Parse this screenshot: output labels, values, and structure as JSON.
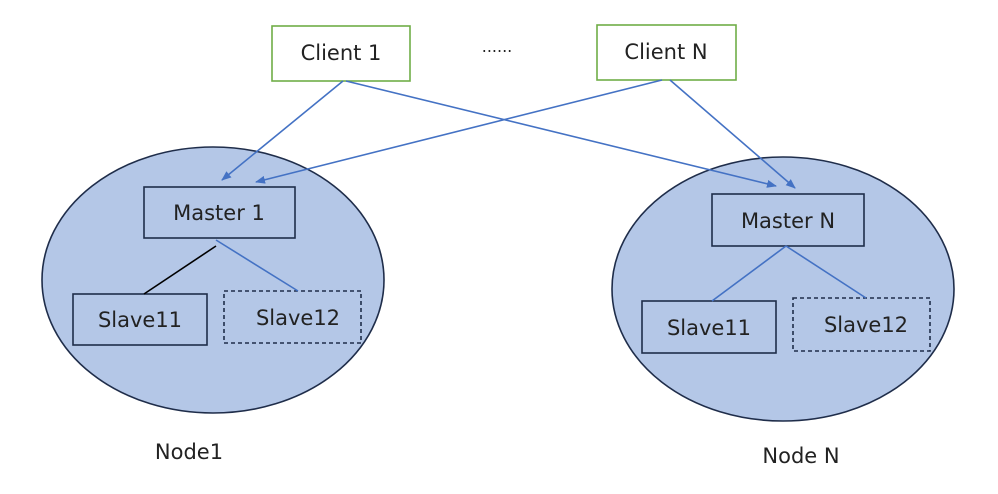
{
  "clients": {
    "client1": "Client 1",
    "ellipsis": "......",
    "clientN": "Client N"
  },
  "node1": {
    "label": "Node1",
    "master": "Master 1",
    "slave_a": "Slave11",
    "slave_b": "Slave12"
  },
  "nodeN": {
    "label": "Node N",
    "master": "Master N",
    "slave_a": "Slave11",
    "slave_b": "Slave12"
  },
  "colors": {
    "node_fill": "#b4c7e7",
    "node_stroke": "#1f2d4a",
    "client_border": "#70ad47",
    "box_border": "#1f2d4a",
    "arrow": "#4472c4",
    "black_link": "#000000"
  }
}
